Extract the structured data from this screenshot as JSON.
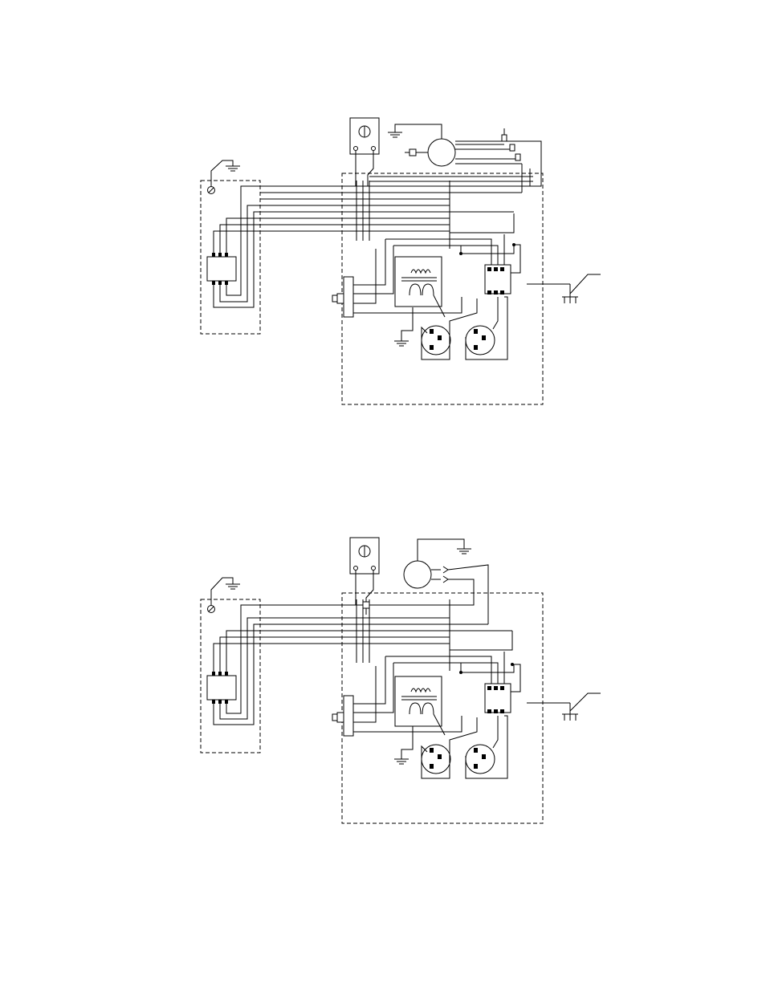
{
  "page": {
    "background": "#ffffff",
    "line_color": "#000000"
  },
  "diagrams": [
    {
      "id": "upper",
      "name": "wiring-diagram-upper",
      "motor_variant": "motor-with-three-terminal-pins"
    },
    {
      "id": "lower",
      "name": "wiring-diagram-lower",
      "motor_variant": "motor-with-two-plug-connectors"
    }
  ],
  "icons": {
    "ground": "ground-icon",
    "contactor": "contactor-icon",
    "receptacle": "receptacle-icon",
    "transformer": "transformer-icon",
    "motor": "motor-icon",
    "switch": "switch-icon",
    "terminal_block": "terminal-block-icon"
  }
}
